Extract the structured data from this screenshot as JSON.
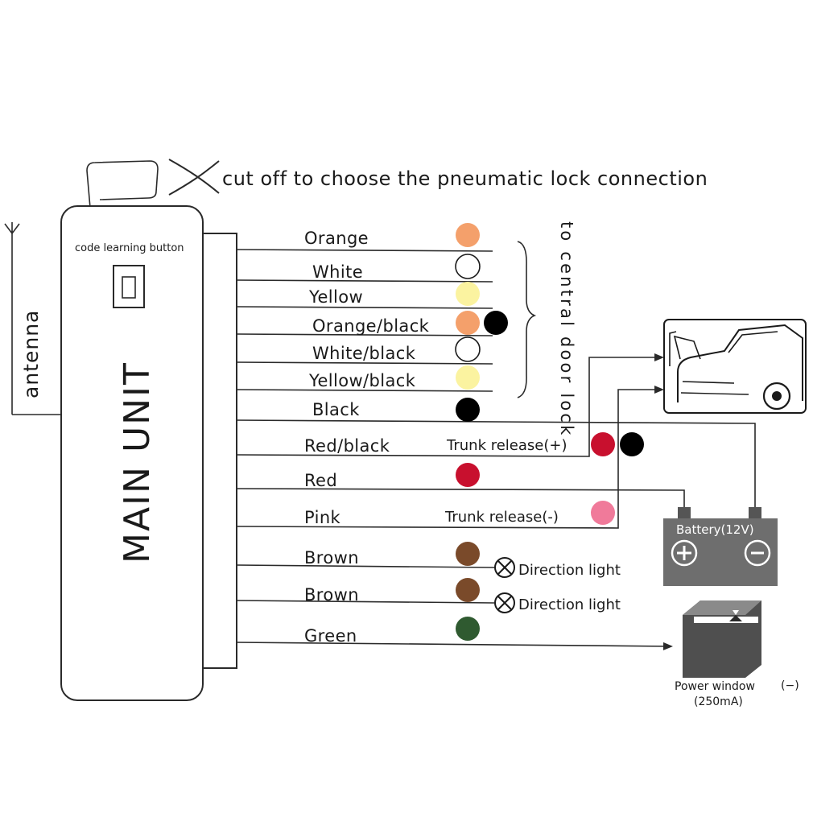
{
  "header": {
    "cut_note": "cut off to choose the pneumatic lock connection"
  },
  "main_unit": {
    "label": "MAIN UNIT",
    "button_label": "code learning button"
  },
  "antenna": {
    "label": "antenna"
  },
  "central_lock": {
    "label": "to central door lock"
  },
  "wires": [
    {
      "label": "Orange",
      "colors": [
        "#f4a06b"
      ]
    },
    {
      "label": "White",
      "colors": [
        "#ffffff"
      ]
    },
    {
      "label": "Yellow",
      "colors": [
        "#fbf3a0"
      ]
    },
    {
      "label": "Orange/black",
      "colors": [
        "#f4a06b",
        "#000000"
      ]
    },
    {
      "label": "White/black",
      "colors": [
        "#ffffff"
      ]
    },
    {
      "label": "Yellow/black",
      "colors": [
        "#fbf3a0"
      ]
    },
    {
      "label": "Black",
      "colors": [
        "#000000"
      ]
    },
    {
      "label": "Red/black",
      "colors": [
        "#c8102e",
        "#000000"
      ],
      "note": "Trunk release(+)"
    },
    {
      "label": "Red",
      "colors": [
        "#c8102e"
      ]
    },
    {
      "label": "Pink",
      "colors": [
        "#f07a9a"
      ],
      "note": "Trunk release(-)"
    },
    {
      "label": "Brown",
      "colors": [
        "#7a4a2a"
      ],
      "note": "Direction light"
    },
    {
      "label": "Brown",
      "colors": [
        "#7a4a2a"
      ],
      "note": "Direction light"
    },
    {
      "label": "Green",
      "colors": [
        "#2f5a30"
      ]
    }
  ],
  "battery": {
    "label": "Battery(12V)",
    "plus": "+",
    "minus": "−"
  },
  "power_window": {
    "label": "Power window",
    "polarity": "(−)",
    "current": "(250mA)"
  }
}
